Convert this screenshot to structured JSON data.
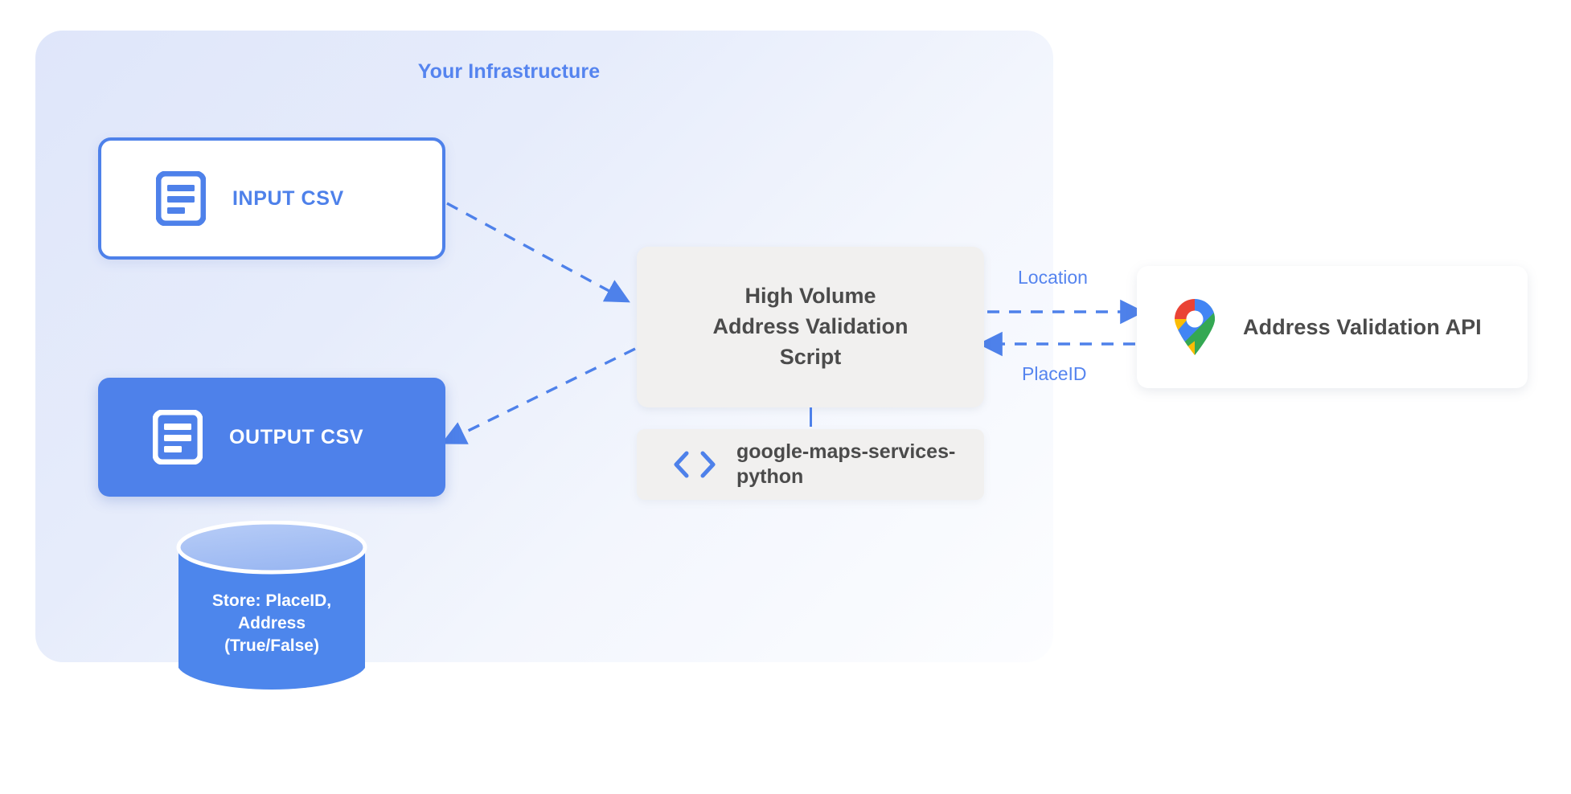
{
  "panel": {
    "title": "Your Infrastructure"
  },
  "nodes": {
    "input_csv": {
      "label": "INPUT CSV",
      "icon": "document-icon"
    },
    "output_csv": {
      "label": "OUTPUT CSV",
      "icon": "document-icon"
    },
    "script": {
      "line1": "High Volume",
      "line2": "Address Validation",
      "line3": "Script"
    },
    "library": {
      "label": "google-maps-services-python",
      "icon": "code-brackets-icon"
    },
    "api": {
      "label": "Address Validation API",
      "icon": "google-maps-pin-icon"
    },
    "database": {
      "line1": "Store: PlaceID,",
      "line2": "Address",
      "line3": "(True/False)"
    }
  },
  "edges": {
    "location_label": "Location",
    "placeid_label": "PlaceID"
  },
  "colors": {
    "accent_blue": "#4e81ea",
    "title_blue": "#5584ef",
    "panel_light": "#dfe6fa",
    "panel_fade": "#fcfdff",
    "card_gray": "#f1f0ef",
    "text_dark": "#4b4b4b",
    "db_body": "#4d86ec",
    "db_top": "#a9c2f4",
    "pin_blue": "#4285f4",
    "pin_red": "#ea4335",
    "pin_yellow": "#fbbc04",
    "pin_green": "#34a853"
  }
}
